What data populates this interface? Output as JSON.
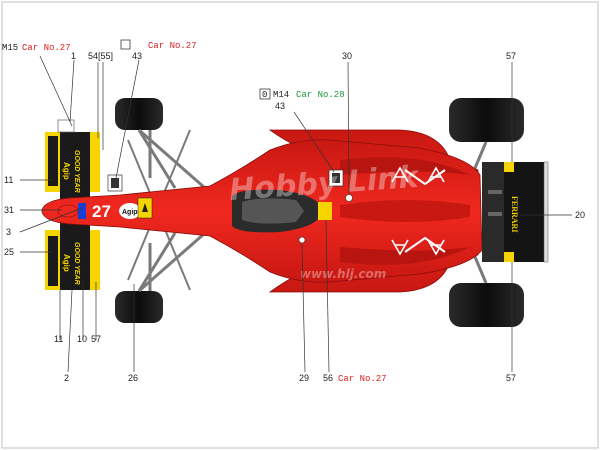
{
  "colors": {
    "body_red": "#e8231c",
    "dark_red": "#b81410",
    "wing_yellow": "#f5d400",
    "tyre_black": "#161616",
    "label_red": "#e02020",
    "label_green": "#1a9a3a",
    "frame_grey": "#c0c0c0"
  },
  "callouts": {
    "top_left_m": "M15",
    "top_left_car": "Car No.27",
    "top_center_box": "",
    "top_center_rest": "Car No.27",
    "n1": "1",
    "n54_55": "54[55]",
    "n43_top": "43",
    "n30": "30",
    "m14_box": "0",
    "m14": "M14",
    "m14_car": "Car No.28",
    "n43_mid": "43",
    "n57_top": "57",
    "n11_top": "11",
    "n31": "31",
    "n3": "3",
    "n25": "25",
    "n20": "20",
    "n11_bottom": "11",
    "n10": "10",
    "n57_left": "57",
    "n2": "2",
    "n26": "26",
    "n29": "29",
    "n56": "56",
    "n56_car": "Car No.27",
    "n57_bottom": "57"
  },
  "livery": {
    "goodyear": "GOOD YEAR",
    "agip": "Agip",
    "car_number": "27",
    "ferrari": "FERRARI"
  },
  "watermark": {
    "line1": "Hobby Link",
    "line2": "www.hlj.com"
  }
}
